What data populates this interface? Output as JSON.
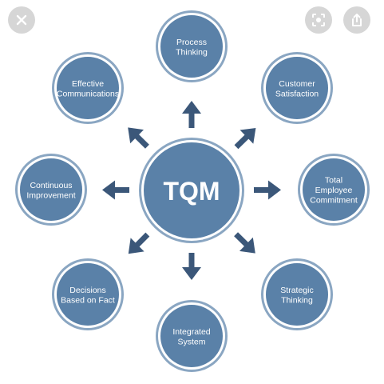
{
  "viewer": {
    "close_icon": "close-icon",
    "lens_icon": "visual-search-icon",
    "share_icon": "share-icon"
  },
  "colors": {
    "node_fill": "#5a81a8",
    "node_ring": "#ffffff",
    "node_outline": "#8aa6c2",
    "arrow": "#3b5779",
    "button_bg": "#d6d6d6"
  },
  "diagram": {
    "center": {
      "label": "TQM"
    },
    "nodes": [
      {
        "id": "process-thinking",
        "lines": [
          "Process",
          "Thinking"
        ]
      },
      {
        "id": "customer-satisfaction",
        "lines": [
          "Customer",
          "Satisfaction"
        ]
      },
      {
        "id": "total-employee-commitment",
        "lines": [
          "Total",
          "Employee",
          "Commitment"
        ]
      },
      {
        "id": "strategic-thinking",
        "lines": [
          "Strategic",
          "Thinking"
        ]
      },
      {
        "id": "integrated-system",
        "lines": [
          "Integrated",
          "System"
        ]
      },
      {
        "id": "decisions-based-on-fact",
        "lines": [
          "Decisions",
          "Based on Fact"
        ]
      },
      {
        "id": "continuous-improvement",
        "lines": [
          "Continuous",
          "Improvement"
        ]
      },
      {
        "id": "effective-communications",
        "lines": [
          "Effective",
          "Communications"
        ]
      }
    ]
  }
}
